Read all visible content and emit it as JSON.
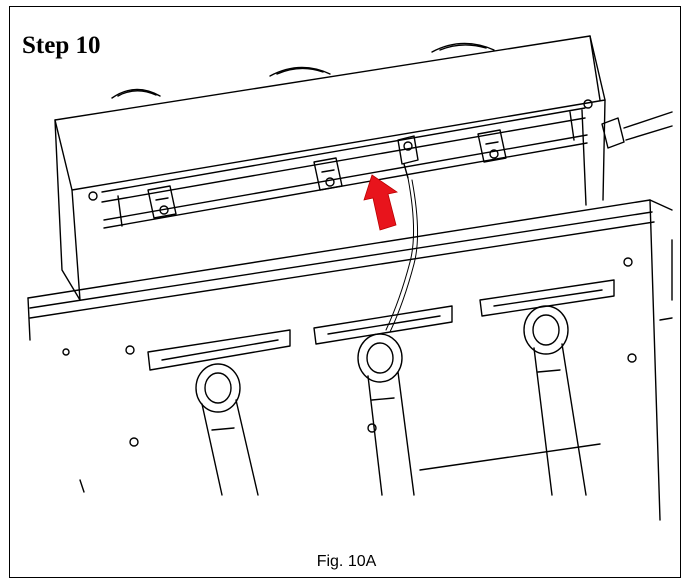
{
  "step": {
    "title": "Step 10"
  },
  "figure": {
    "caption": "Fig. 10A",
    "illustration_icon": "assembly-line-drawing",
    "arrow_icon": "red-arrow-icon",
    "arrow_color": "#e8141c",
    "line_color": "#000000"
  }
}
